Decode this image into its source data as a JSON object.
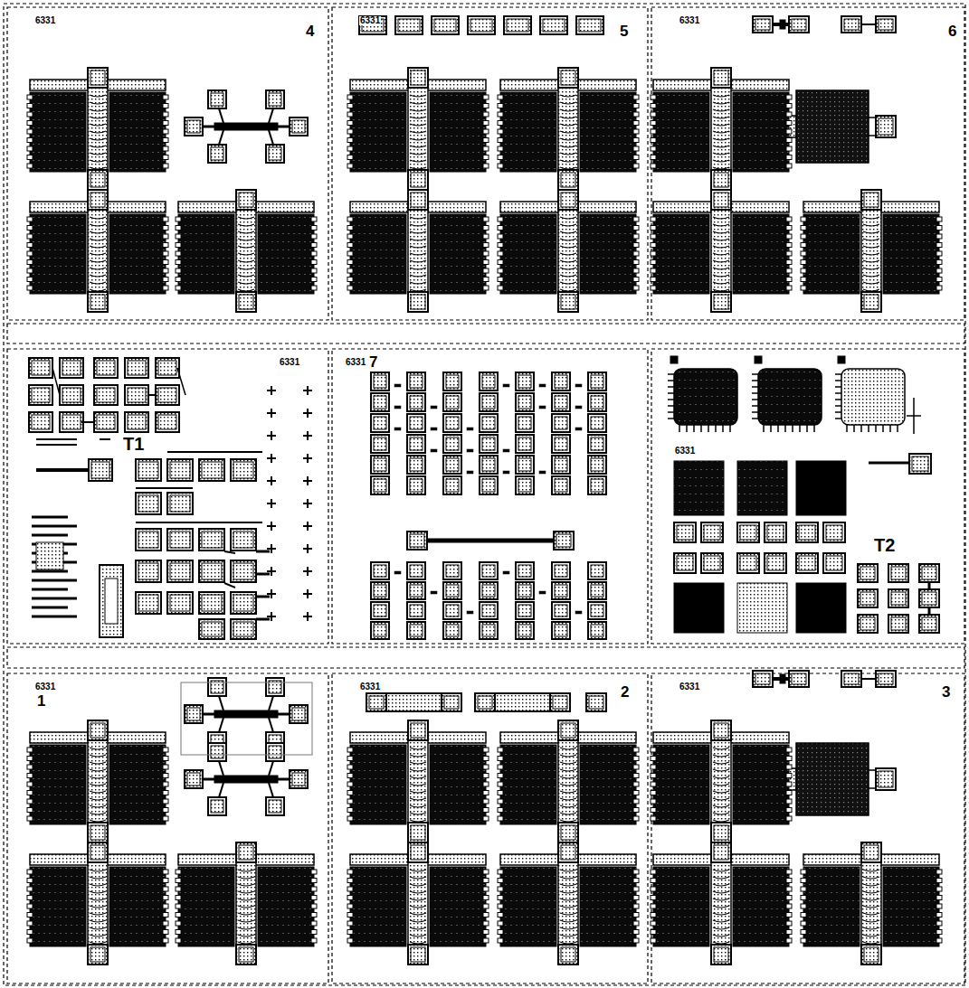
{
  "diagram": {
    "nodes": [
      {
        "text": [
          "6331",
          "4"
        ]
      },
      {
        "text": [
          "6331",
          "5"
        ]
      },
      {
        "text": [
          "6331",
          "6"
        ]
      },
      {
        "text": [
          "6331",
          "T1"
        ]
      },
      {
        "text": [
          "6331",
          "7"
        ]
      },
      {
        "text": [
          "6331",
          "T2"
        ]
      },
      {
        "text": [
          "6331",
          "1"
        ]
      },
      {
        "text": [
          "6331",
          "2"
        ]
      },
      {
        "text": [
          "6331",
          "3"
        ]
      }
    ]
  }
}
